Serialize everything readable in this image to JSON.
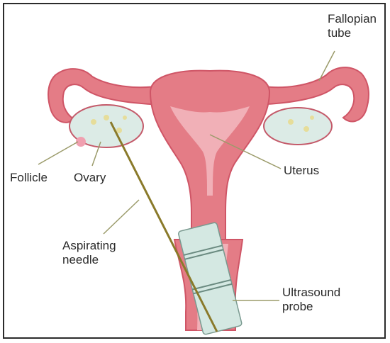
{
  "labels": {
    "fallopian_tube": [
      "Fallopian",
      "tube"
    ],
    "follicle": "Follicle",
    "ovary": "Ovary",
    "uterus": "Uterus",
    "aspirating_needle": [
      "Aspirating",
      "needle"
    ],
    "ultrasound_probe": [
      "Ultrasound",
      "probe"
    ]
  },
  "colors": {
    "tissue": "#e47c86",
    "tissue_dark": "#cf5566",
    "inner": "#f1b0b7",
    "ovary": "#dcebe6",
    "probe": "#d4e8e2",
    "needle": "#8a7a2a",
    "leader_line": "#9b9b6a"
  }
}
